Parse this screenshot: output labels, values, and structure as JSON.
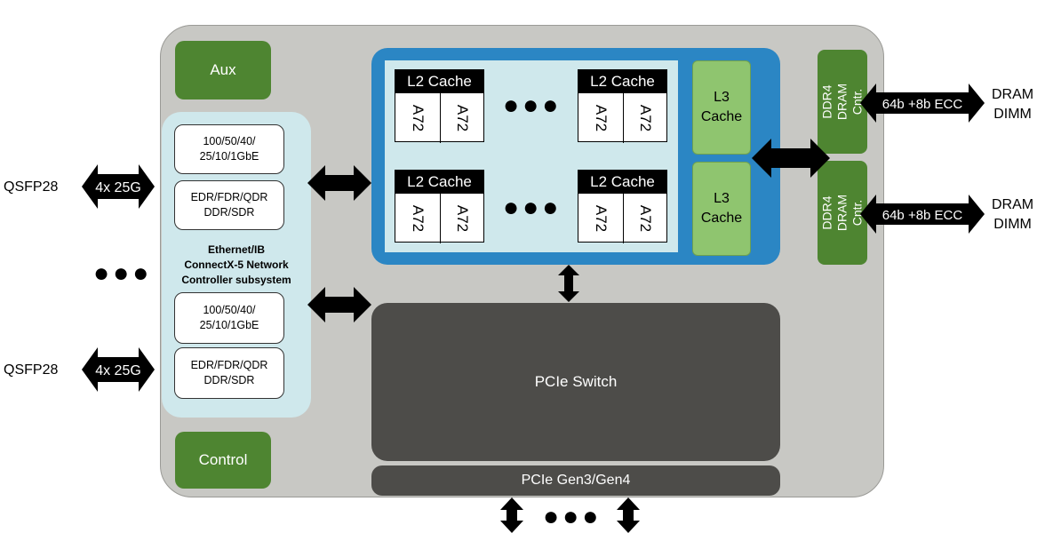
{
  "aux": "Aux",
  "control": "Control",
  "network": {
    "ports": [
      {
        "speed": "100/50/40/\n25/10/1GbE",
        "protocol": "EDR/FDR/QDR\nDDR/SDR"
      },
      {
        "speed": "100/50/40/\n25/10/1GbE",
        "protocol": "EDR/FDR/QDR\nDDR/SDR"
      }
    ],
    "label": "Ethernet/IB\nConnectX-5 Network\nController subsystem"
  },
  "qsfp": [
    {
      "label": "QSFP28",
      "lanes": "4x 25G"
    },
    {
      "label": "QSFP28",
      "lanes": "4x 25G"
    }
  ],
  "cpu": {
    "clusters": [
      {
        "cache": "L2 Cache",
        "cores": [
          "A72",
          "A72"
        ]
      },
      {
        "cache": "L2 Cache",
        "cores": [
          "A72",
          "A72"
        ]
      },
      {
        "cache": "L2 Cache",
        "cores": [
          "A72",
          "A72"
        ]
      },
      {
        "cache": "L2 Cache",
        "cores": [
          "A72",
          "A72"
        ]
      }
    ],
    "l3": [
      "L3\nCache",
      "L3\nCache"
    ]
  },
  "memory": [
    {
      "controller": "DDR4\nDRAM Cntr.",
      "bus": "64b +8b ECC",
      "dimm": "DRAM\nDIMM"
    },
    {
      "controller": "DDR4\nDRAM Cntr.",
      "bus": "64b +8b ECC",
      "dimm": "DRAM\nDIMM"
    }
  ],
  "pcie": {
    "switch": "PCIe Switch",
    "gen": "PCIe Gen3/Gen4"
  },
  "ellipsis": "●●●",
  "colors": {
    "chip": "#c8c8c4",
    "green": "#4e8531",
    "light_green": "#8fc56f",
    "blue": "#2b86c4",
    "light_blue": "#cfe8ec",
    "dark": "#4d4c49"
  }
}
